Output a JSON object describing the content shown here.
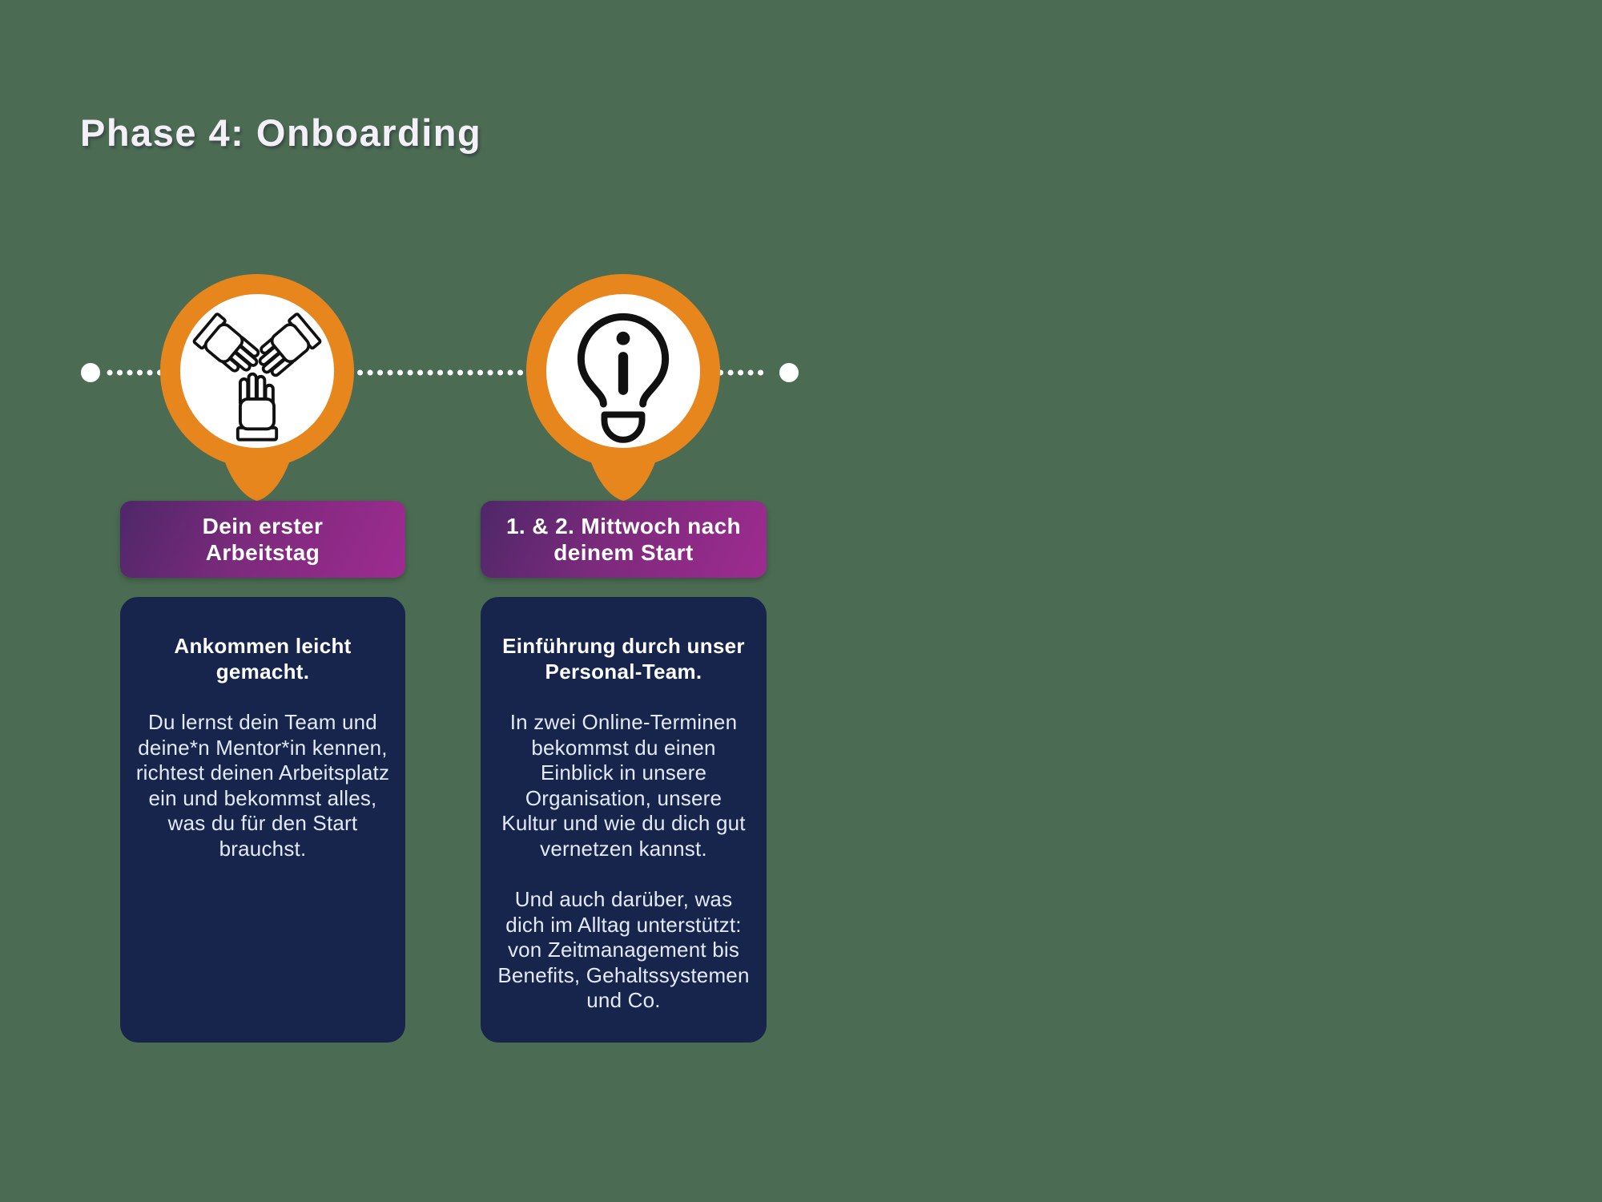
{
  "canvas": {
    "background_color": "#4B6C52"
  },
  "title": "Phase 4: Onboarding",
  "colors": {
    "accent_orange": "#E8861E",
    "card_navy": "#17254D",
    "purple_gradient_start": "#4E2768",
    "purple_gradient_end": "#9E2B90",
    "timeline_dots": "#FFFFFF"
  },
  "timeline": {
    "milestones": [
      {
        "icon": "hands-together-icon"
      },
      {
        "icon": "info-lightbulb-icon"
      }
    ]
  },
  "cards": [
    {
      "header": "Dein erster\nArbeitstag",
      "heading": "Ankommen leicht\ngemacht.",
      "paragraphs": [
        "Du lernst dein Team und deine*n Mentor*in kennen, richtest deinen Arbeitsplatz ein und bekommst alles, was du für den Start brauchst."
      ]
    },
    {
      "header": "1. & 2. Mittwoch nach\ndeinem Start",
      "heading": "Einführung durch unser\nPersonal-Team.",
      "paragraphs": [
        "In zwei Online-Terminen bekommst du einen Einblick in unsere Organisation, unsere Kultur und wie du dich gut vernetzen kannst.",
        "Und auch darüber, was dich im Alltag unterstützt: von Zeitmanagement bis Benefits, Gehaltssystemen und Co."
      ]
    }
  ]
}
